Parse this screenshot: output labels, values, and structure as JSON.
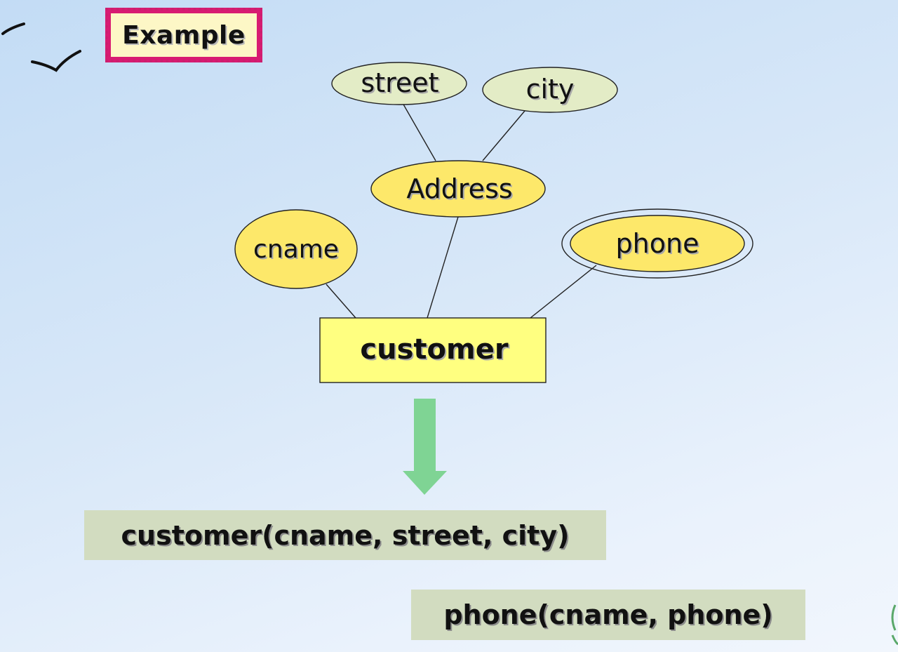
{
  "slide": {
    "title": "Example"
  },
  "diagram": {
    "entity": "customer",
    "attributes": {
      "street": "street",
      "city": "city",
      "address": "Address",
      "cname": "cname",
      "phone": "phone"
    }
  },
  "relations": {
    "customer": "customer(cname, street, city)",
    "phone": "phone(cname, phone)"
  },
  "colors": {
    "attribute_fill": "#fde86a",
    "sub_attribute_fill": "#e3ecc6",
    "entity_fill": "#ffff80",
    "arrow": "#7fd494",
    "title_border": "#d81b72",
    "result_box": "#d2dcc0"
  }
}
